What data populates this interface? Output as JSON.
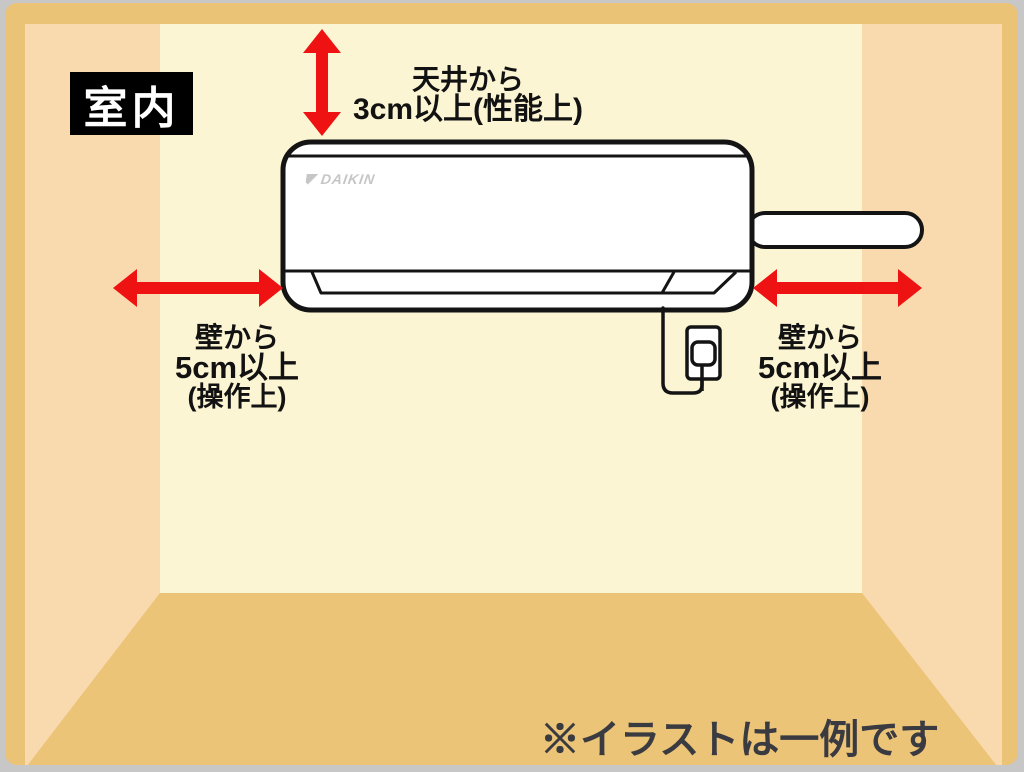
{
  "colors": {
    "page_edge": "#c7c7c8",
    "frame_tan": "#ebc377",
    "side_wall": "#f9d9ae",
    "back_wall": "#fcf5d4",
    "floor_tan": "#ecc478",
    "arrow_red": "#ee1212",
    "outline_black": "#141414",
    "unit_white": "#ffffff",
    "badge_bg": "#000000",
    "badge_text": "#ffffff",
    "note_text": "#121212",
    "footnote_text": "#3a3a41",
    "brand_gray": "#c6c6c6"
  },
  "scene": {
    "room_badge": "室内",
    "ceiling_clearance": {
      "line1": "天井から",
      "line2": "3cm以上(性能上)"
    },
    "left_clearance": {
      "line1": "壁から",
      "line2": "5cm以上",
      "line3": "(操作上)"
    },
    "right_clearance": {
      "line1": "壁から",
      "line2": "5cm以上",
      "line3": "(操作上)"
    },
    "brand": "DAIKIN",
    "footnote": "※イラストは一例です"
  }
}
